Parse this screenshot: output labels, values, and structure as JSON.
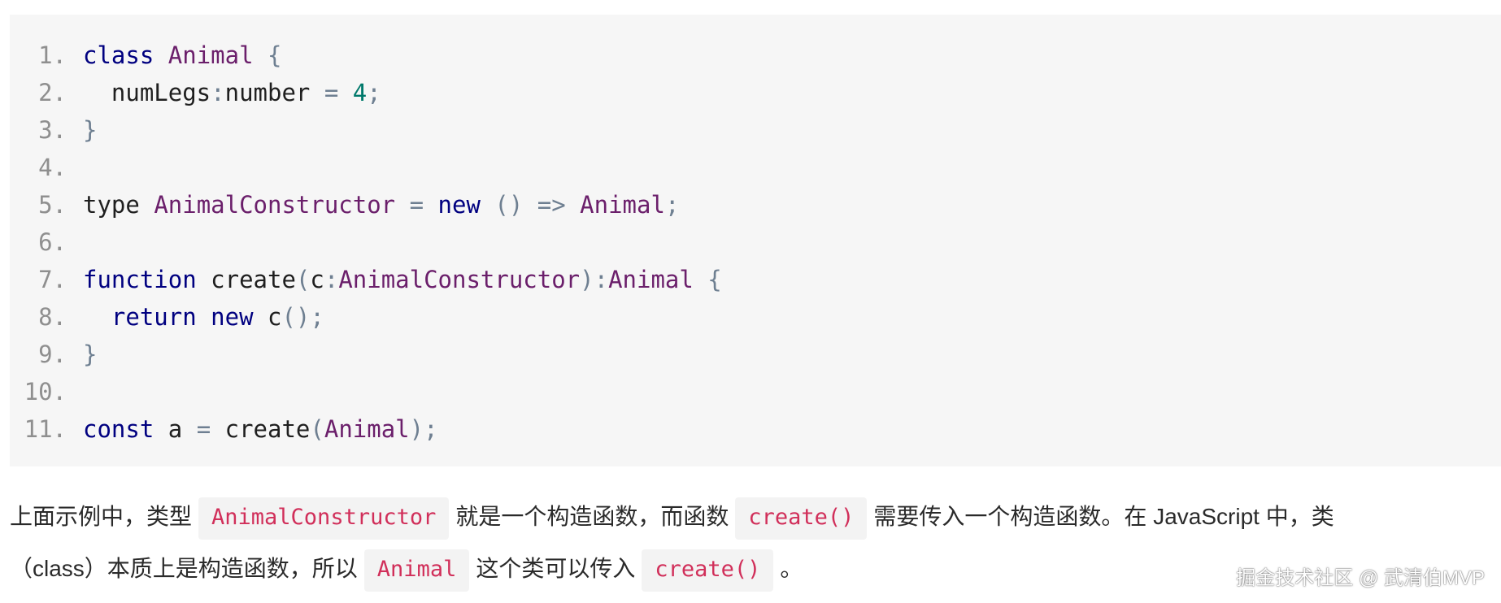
{
  "code": {
    "lines": [
      {
        "num": "1.",
        "tokens": [
          {
            "t": "class",
            "c": "kw"
          },
          {
            "t": " "
          },
          {
            "t": "Animal",
            "c": "ty"
          },
          {
            "t": " "
          },
          {
            "t": "{",
            "c": "pu"
          }
        ]
      },
      {
        "num": "2.",
        "tokens": [
          {
            "t": "  numLegs"
          },
          {
            "t": ":",
            "c": "pu"
          },
          {
            "t": "number"
          },
          {
            "t": " "
          },
          {
            "t": "=",
            "c": "pu"
          },
          {
            "t": " "
          },
          {
            "t": "4",
            "c": "num"
          },
          {
            "t": ";",
            "c": "pu"
          }
        ]
      },
      {
        "num": "3.",
        "tokens": [
          {
            "t": "}",
            "c": "pu"
          }
        ]
      },
      {
        "num": "4.",
        "tokens": []
      },
      {
        "num": "5.",
        "tokens": [
          {
            "t": "type "
          },
          {
            "t": "AnimalConstructor",
            "c": "ty"
          },
          {
            "t": " "
          },
          {
            "t": "=",
            "c": "pu"
          },
          {
            "t": " "
          },
          {
            "t": "new",
            "c": "kw"
          },
          {
            "t": " "
          },
          {
            "t": "()",
            "c": "pu"
          },
          {
            "t": " "
          },
          {
            "t": "=>",
            "c": "pu"
          },
          {
            "t": " "
          },
          {
            "t": "Animal",
            "c": "ty"
          },
          {
            "t": ";",
            "c": "pu"
          }
        ]
      },
      {
        "num": "6.",
        "tokens": []
      },
      {
        "num": "7.",
        "tokens": [
          {
            "t": "function",
            "c": "kw"
          },
          {
            "t": " create"
          },
          {
            "t": "(",
            "c": "pu"
          },
          {
            "t": "c"
          },
          {
            "t": ":",
            "c": "pu"
          },
          {
            "t": "AnimalConstructor",
            "c": "ty"
          },
          {
            "t": ")",
            "c": "pu"
          },
          {
            "t": ":",
            "c": "pu"
          },
          {
            "t": "Animal",
            "c": "ty"
          },
          {
            "t": " "
          },
          {
            "t": "{",
            "c": "pu"
          }
        ]
      },
      {
        "num": "8.",
        "tokens": [
          {
            "t": "  "
          },
          {
            "t": "return",
            "c": "kw"
          },
          {
            "t": " "
          },
          {
            "t": "new",
            "c": "kw"
          },
          {
            "t": " c"
          },
          {
            "t": "();",
            "c": "pu"
          }
        ]
      },
      {
        "num": "9.",
        "tokens": [
          {
            "t": "}",
            "c": "pu"
          }
        ]
      },
      {
        "num": "10.",
        "tokens": []
      },
      {
        "num": "11.",
        "tokens": [
          {
            "t": "const",
            "c": "kw"
          },
          {
            "t": " a "
          },
          {
            "t": "=",
            "c": "pu"
          },
          {
            "t": " create"
          },
          {
            "t": "(",
            "c": "pu"
          },
          {
            "t": "Animal",
            "c": "ty"
          },
          {
            "t": ");",
            "c": "pu"
          }
        ]
      }
    ]
  },
  "prose": {
    "line1": {
      "t1": "上面示例中，类型",
      "c1": "AnimalConstructor",
      "t2": "就是一个构造函数，而函数",
      "c2": "create()",
      "t3": "需要传入一个构造函数。在 JavaScript 中，类"
    },
    "line2": {
      "t1": "（class）本质上是构造函数，所以",
      "c1": "Animal",
      "t2": "这个类可以传入",
      "c2": "create()",
      "t3": "。"
    }
  },
  "watermark": "掘金技术社区 @ 武清伯MVP"
}
